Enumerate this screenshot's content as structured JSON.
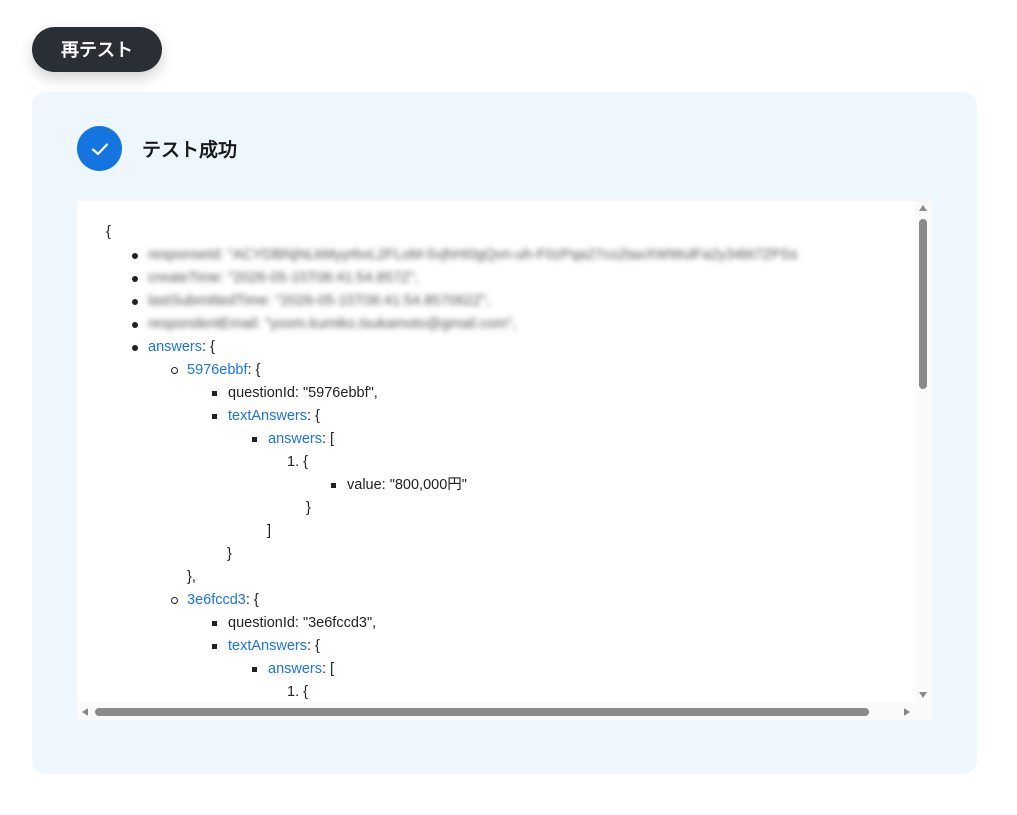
{
  "toolbar": {
    "retest_label": "再テスト"
  },
  "result": {
    "status_text": "テスト成功",
    "accent_color": "#1474e0",
    "json_lines": {
      "open_brace": "{",
      "response_id": "responseId: \"ACYDBNjNLkMyyrbvL2FLoM-5vjhHI0gQvn-uh-F0zPqa27co2taxXWWulFa2y34bt7ZPSs",
      "create_time": "createTime: \"2026-05-15T06:41:54.857Z\",",
      "last_submitted": "lastSubmittedTime: \"2026-05-15T06:41:54.857062Z\",",
      "respondent_email": "respondentEmail: \"yoom.kumiko.tsukamoto@gmail.com\",",
      "answers_key": "answers",
      "answers_suffix": ": {",
      "q1_key": "5976ebbf",
      "q1_suffix": ": {",
      "q1_question_id": "questionId: \"5976ebbf\",",
      "q1_text_answers_key": "textAnswers",
      "q1_text_answers_suffix": ": {",
      "q1_answers_key": "answers",
      "q1_answers_suffix": ": [",
      "q1_item": "1. {",
      "q1_value": "value: \"800,000円\"",
      "q1_close_item": "}",
      "q1_close_array": "]",
      "q1_close_text_answers": "}",
      "q1_close": "},",
      "q2_key": "3e6fccd3",
      "q2_suffix": ": {",
      "q2_question_id": "questionId: \"3e6fccd3\",",
      "q2_text_answers_key": "textAnswers",
      "q2_text_answers_suffix": ": {",
      "q2_answers_key": "answers",
      "q2_answers_suffix": ": [",
      "q2_item": "1. {"
    }
  }
}
